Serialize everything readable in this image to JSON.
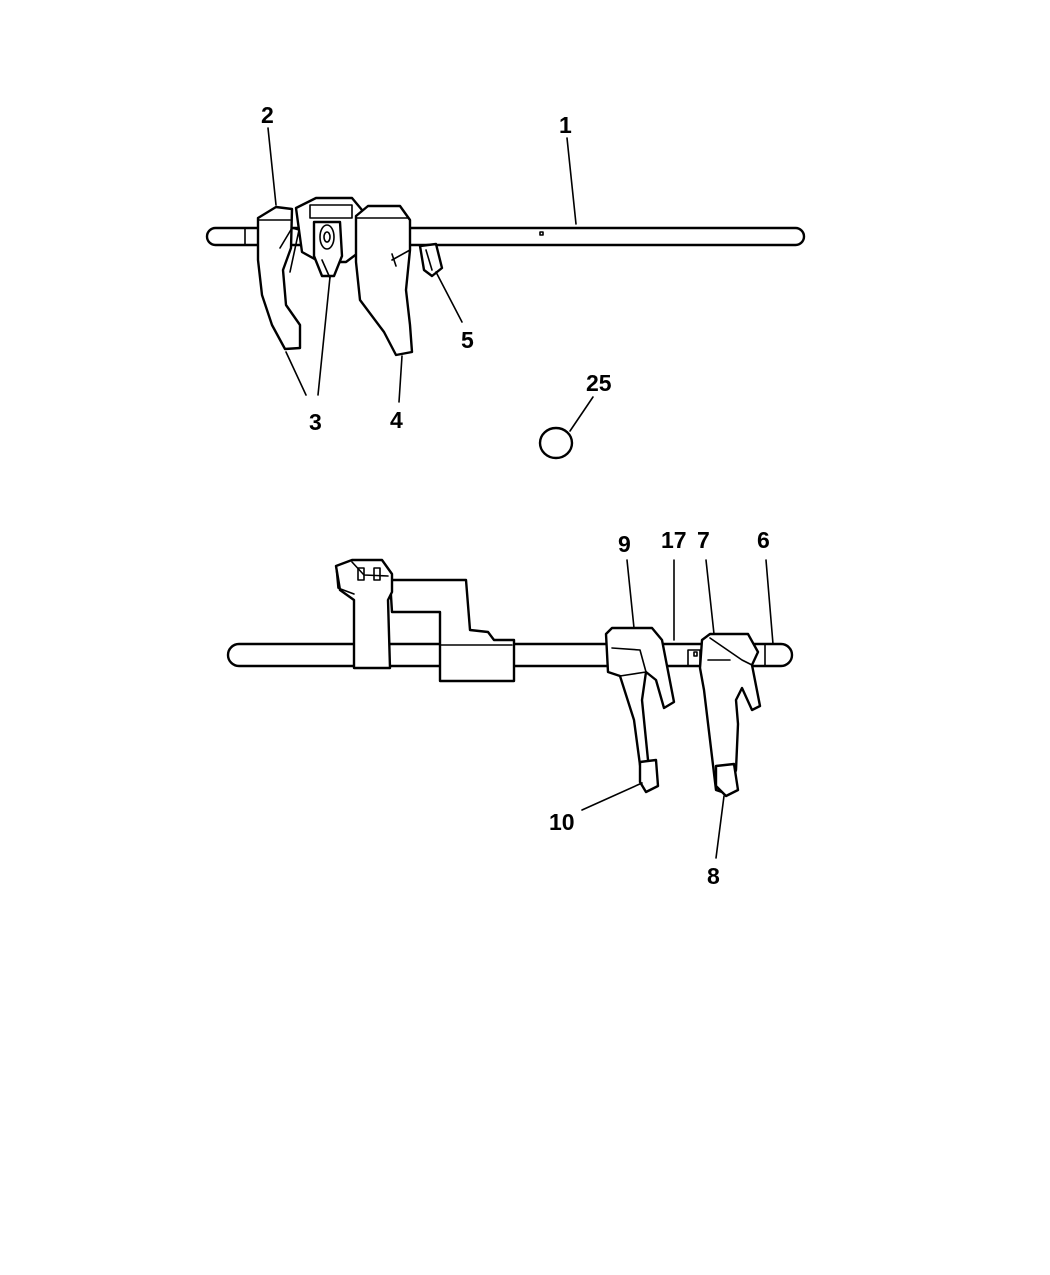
{
  "diagram": {
    "callouts": [
      {
        "id": "1",
        "text": "1"
      },
      {
        "id": "2",
        "text": "2"
      },
      {
        "id": "3",
        "text": "3"
      },
      {
        "id": "4",
        "text": "4"
      },
      {
        "id": "5",
        "text": "5"
      },
      {
        "id": "25",
        "text": "25"
      },
      {
        "id": "9",
        "text": "9"
      },
      {
        "id": "17",
        "text": "17"
      },
      {
        "id": "7",
        "text": "7"
      },
      {
        "id": "6",
        "text": "6"
      },
      {
        "id": "10",
        "text": "10"
      },
      {
        "id": "8",
        "text": "8"
      }
    ]
  }
}
